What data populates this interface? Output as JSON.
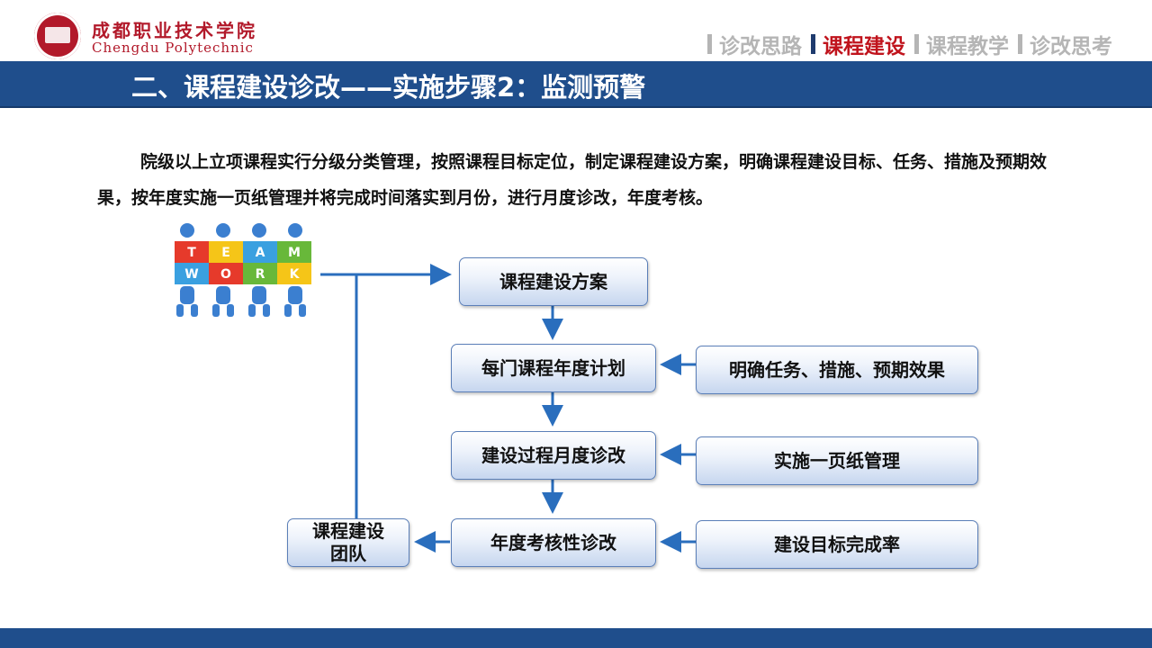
{
  "logo": {
    "name_cn": "成都职业技术学院",
    "name_en": "Chengdu Polytechnic"
  },
  "nav": [
    {
      "label": "诊改思路",
      "active": false
    },
    {
      "label": "课程建设",
      "active": true
    },
    {
      "label": "课程教学",
      "active": false
    },
    {
      "label": "诊改思考",
      "active": false
    }
  ],
  "title": "二、课程建设诊改——实施步骤2：监测预警",
  "intro": "院级以上立项课程实行分级分类管理，按照课程目标定位，制定课程建设方案，明确课程建设目标、任务、措施及预期效果，按年度实施一页纸管理并将完成时间落实到月份，进行月度诊改，年度考核。",
  "team_image": {
    "row1": [
      "T",
      "E",
      "A",
      "M"
    ],
    "row2": [
      "W",
      "O",
      "R",
      "K"
    ]
  },
  "flow": {
    "plan": "课程建设方案",
    "annual_plan": "每门课程年度计划",
    "monthly": "建设过程月度诊改",
    "annual_review": "年度考核性诊改",
    "team": "课程建设团队",
    "side_tasks": "明确任务、措施、预期效果",
    "side_onepage": "实施一页纸管理",
    "side_rate": "建设目标完成率"
  },
  "colors": {
    "primary_blue": "#1f4e8c",
    "arrow_blue": "#2a6ebd",
    "nav_active": "#c0141d",
    "nav_inactive": "#b5b5b5",
    "logo_red": "#b2192a"
  }
}
